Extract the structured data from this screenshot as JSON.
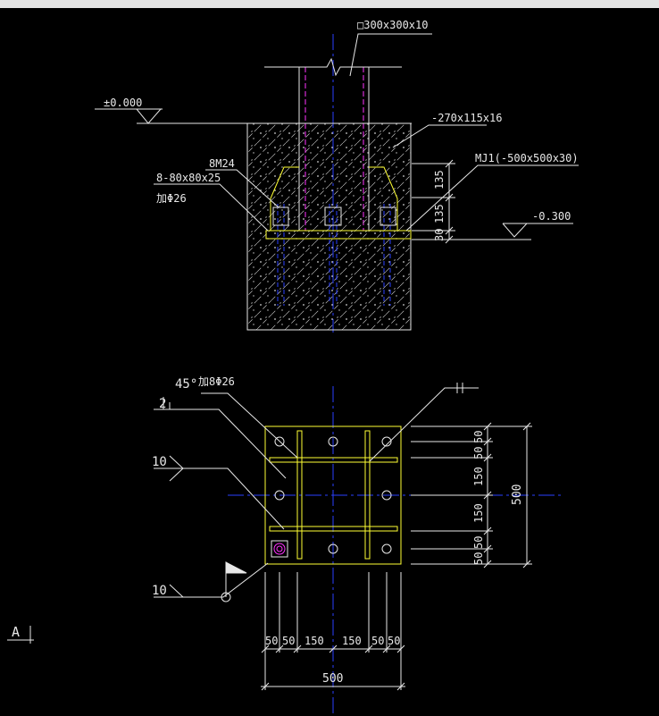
{
  "window": {
    "background": "#000000",
    "bar_color": "#e4e4e4"
  },
  "colors": {
    "white": "#e8e8e8",
    "yellow": "#ffff33",
    "blue": "#2a3fff",
    "magenta": "#ff33ff",
    "dim": "#9a9a9a"
  },
  "elevation": {
    "column_label": "□300x300x10",
    "ground_level": "±0.000",
    "stiffener_label": "-270x115x16",
    "anchor_label": "8M24",
    "shear_key_label": "8-80x80x25",
    "rebar_label": "加Φ26",
    "base_plate_label": "MJ1(-500x500x30)",
    "dim_upper": "135",
    "dim_middle": "135",
    "dim_lower": "30",
    "plate_level": "-0.300"
  },
  "plan": {
    "weld_angle": "45°",
    "rebar_label": "加8Φ26",
    "weld_size_top": "2",
    "weld_size_mid": "10",
    "weld_size_bot": "10",
    "right_dims": [
      "50",
      "50",
      "150",
      "150",
      "50",
      "50"
    ],
    "right_total": "500",
    "bottom_dims": [
      "50",
      "50",
      "150",
      "150",
      "50",
      "50"
    ],
    "bottom_total": "500"
  },
  "section_mark": "A"
}
